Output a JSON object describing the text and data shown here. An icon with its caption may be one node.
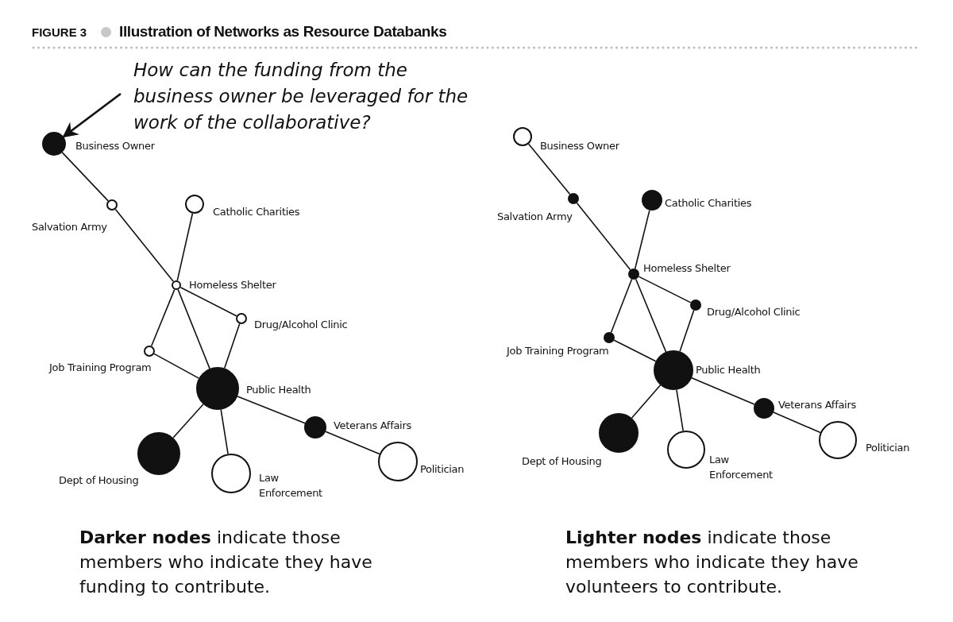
{
  "diagram": {
    "title": "Illustration of Networks as Resource Databanks",
    "nodes": [
      {
        "text": [
          "How can the funding from the business owner be leveraged for the work of the collaborative?"
        ]
      },
      {
        "text": [],
        "shape": "circle",
        "beside": [
          "Business Owner"
        ]
      },
      {
        "text": [],
        "shape": "circle",
        "beside": [
          "Salvation Army"
        ]
      },
      {
        "text": [],
        "shape": "circle",
        "beside": [
          "Catholic Charities"
        ]
      },
      {
        "text": [],
        "shape": "circle",
        "beside": [
          "Homeless Shelter"
        ]
      },
      {
        "text": [],
        "shape": "circle",
        "beside": [
          "Drug/Alcohol Clinic"
        ]
      },
      {
        "text": [],
        "shape": "circle",
        "beside": [
          "Job Training Program"
        ]
      },
      {
        "text": [],
        "shape": "circle",
        "beside": [
          "Public Health"
        ]
      },
      {
        "text": [],
        "shape": "circle",
        "beside": [
          "Veterans Affairs"
        ]
      },
      {
        "text": [],
        "shape": "circle",
        "beside": [
          "Dept of Housing"
        ]
      },
      {
        "text": [],
        "shape": "circle",
        "beside": [
          "Law Enforcement"
        ]
      },
      {
        "text": [],
        "shape": "circle",
        "beside": [
          "Politician"
        ]
      },
      {
        "text": [],
        "shape": "circle",
        "beside": [
          "Business Owner"
        ]
      },
      {
        "text": [],
        "shape": "circle",
        "beside": [
          "Salvation Army"
        ]
      },
      {
        "text": [],
        "shape": "circle",
        "beside": [
          "Catholic Charities"
        ]
      },
      {
        "text": [],
        "shape": "circle",
        "beside": [
          "Homeless Shelter"
        ]
      },
      {
        "text": [],
        "shape": "circle",
        "beside": [
          "Drug/Alcohol Clinic"
        ]
      },
      {
        "text": [],
        "shape": "circle",
        "beside": [
          "Job Training Program"
        ]
      },
      {
        "text": [],
        "shape": "circle",
        "beside": [
          "Public Health"
        ]
      },
      {
        "text": [],
        "shape": "circle",
        "beside": [
          "Veterans Affairs"
        ]
      },
      {
        "text": [],
        "shape": "circle",
        "beside": [
          "Dept of Housing"
        ]
      },
      {
        "text": [],
        "shape": "circle",
        "beside": [
          "Law Enforcement"
        ]
      },
      {
        "text": [],
        "shape": "circle",
        "beside": [
          "Politician"
        ]
      }
    ],
    "edges": [
      {
        "from": 0,
        "to": 1,
        "arrow": "to"
      },
      {
        "from": 1,
        "to": 2,
        "arrow": "none"
      },
      {
        "from": 2,
        "to": 4,
        "arrow": "none"
      },
      {
        "from": 3,
        "to": 4,
        "arrow": "none"
      },
      {
        "from": 4,
        "to": 5,
        "arrow": "none"
      },
      {
        "from": 4,
        "to": 6,
        "arrow": "none"
      },
      {
        "from": 4,
        "to": 7,
        "arrow": "none"
      },
      {
        "from": 5,
        "to": 7,
        "arrow": "none"
      },
      {
        "from": 6,
        "to": 7,
        "arrow": "none"
      },
      {
        "from": 7,
        "to": 8,
        "arrow": "none"
      },
      {
        "from": 7,
        "to": 9,
        "arrow": "none"
      },
      {
        "from": 7,
        "to": 10,
        "arrow": "none"
      },
      {
        "from": 8,
        "to": 11,
        "arrow": "none"
      },
      {
        "from": 12,
        "to": 13,
        "arrow": "none"
      },
      {
        "from": 13,
        "to": 15,
        "arrow": "none"
      },
      {
        "from": 14,
        "to": 15,
        "arrow": "none"
      },
      {
        "from": 15,
        "to": 16,
        "arrow": "none"
      },
      {
        "from": 15,
        "to": 17,
        "arrow": "none"
      },
      {
        "from": 15,
        "to": 18,
        "arrow": "none"
      },
      {
        "from": 16,
        "to": 18,
        "arrow": "none"
      },
      {
        "from": 17,
        "to": 18,
        "arrow": "none"
      },
      {
        "from": 18,
        "to": 19,
        "arrow": "none"
      },
      {
        "from": 18,
        "to": 20,
        "arrow": "none"
      },
      {
        "from": 18,
        "to": 21,
        "arrow": "none"
      },
      {
        "from": 19,
        "to": 22,
        "arrow": "none"
      }
    ],
    "labels": [
      "FIGURE 3",
      "**Darker nodes** indicate those members who indicate they have funding to contribute.",
      "**Lighter nodes** indicate those members who indicate they have volunteers to contribute."
    ]
  }
}
